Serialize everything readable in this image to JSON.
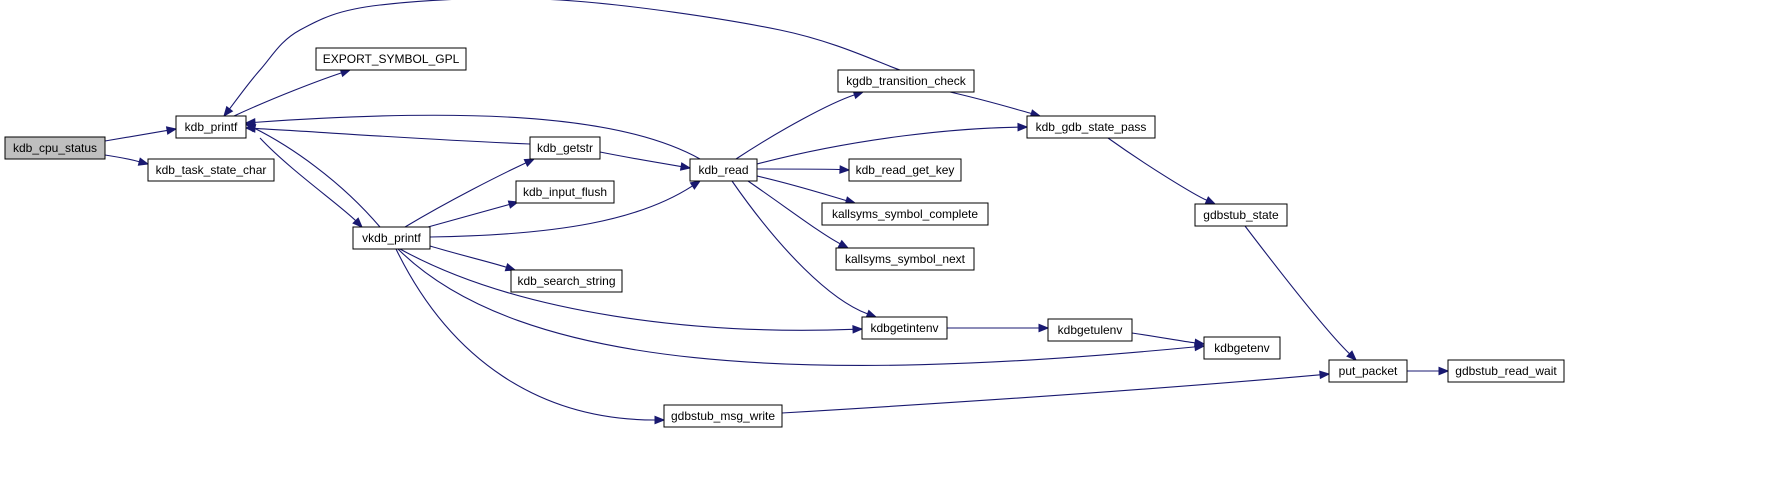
{
  "graph": {
    "type": "call-graph",
    "nodes": [
      {
        "id": "kdb_cpu_status",
        "label": "kdb_cpu_status",
        "highlighted": true
      },
      {
        "id": "kdb_printf",
        "label": "kdb_printf"
      },
      {
        "id": "kdb_task_state_char",
        "label": "kdb_task_state_char"
      },
      {
        "id": "EXPORT_SYMBOL_GPL",
        "label": "EXPORT_SYMBOL_GPL"
      },
      {
        "id": "vkdb_printf",
        "label": "vkdb_printf"
      },
      {
        "id": "kdb_getstr",
        "label": "kdb_getstr"
      },
      {
        "id": "kdb_input_flush",
        "label": "kdb_input_flush"
      },
      {
        "id": "kdb_search_string",
        "label": "kdb_search_string"
      },
      {
        "id": "gdbstub_msg_write",
        "label": "gdbstub_msg_write"
      },
      {
        "id": "kdb_read",
        "label": "kdb_read"
      },
      {
        "id": "kgdb_transition_check",
        "label": "kgdb_transition_check"
      },
      {
        "id": "kdb_read_get_key",
        "label": "kdb_read_get_key"
      },
      {
        "id": "kallsyms_symbol_complete",
        "label": "kallsyms_symbol_complete"
      },
      {
        "id": "kallsyms_symbol_next",
        "label": "kallsyms_symbol_next"
      },
      {
        "id": "kdbgetintenv",
        "label": "kdbgetintenv"
      },
      {
        "id": "kdbgetulenv",
        "label": "kdbgetulenv"
      },
      {
        "id": "kdb_gdb_state_pass",
        "label": "kdb_gdb_state_pass"
      },
      {
        "id": "gdbstub_state",
        "label": "gdbstub_state"
      },
      {
        "id": "kdbgetenv",
        "label": "kdbgetenv"
      },
      {
        "id": "put_packet",
        "label": "put_packet"
      },
      {
        "id": "gdbstub_read_wait",
        "label": "gdbstub_read_wait"
      }
    ],
    "edges": [
      {
        "from": "kdb_cpu_status",
        "to": "kdb_printf"
      },
      {
        "from": "kdb_cpu_status",
        "to": "kdb_task_state_char"
      },
      {
        "from": "kdb_printf",
        "to": "EXPORT_SYMBOL_GPL"
      },
      {
        "from": "kdb_printf",
        "to": "vkdb_printf"
      },
      {
        "from": "vkdb_printf",
        "to": "kdb_printf"
      },
      {
        "from": "vkdb_printf",
        "to": "kdb_getstr"
      },
      {
        "from": "vkdb_printf",
        "to": "kdb_input_flush"
      },
      {
        "from": "vkdb_printf",
        "to": "kdb_read"
      },
      {
        "from": "vkdb_printf",
        "to": "kdb_search_string"
      },
      {
        "from": "vkdb_printf",
        "to": "kdbgetintenv"
      },
      {
        "from": "vkdb_printf",
        "to": "kdbgetenv"
      },
      {
        "from": "vkdb_printf",
        "to": "gdbstub_msg_write"
      },
      {
        "from": "kdb_getstr",
        "to": "kdb_printf"
      },
      {
        "from": "kdb_getstr",
        "to": "kdb_read"
      },
      {
        "from": "kdb_read",
        "to": "kdb_printf"
      },
      {
        "from": "kdb_read",
        "to": "kgdb_transition_check"
      },
      {
        "from": "kdb_read",
        "to": "kdb_gdb_state_pass"
      },
      {
        "from": "kdb_read",
        "to": "kdb_read_get_key"
      },
      {
        "from": "kdb_read",
        "to": "kallsyms_symbol_complete"
      },
      {
        "from": "kdb_read",
        "to": "kallsyms_symbol_next"
      },
      {
        "from": "kdb_read",
        "to": "kdbgetintenv"
      },
      {
        "from": "kgdb_transition_check",
        "to": "kdb_printf"
      },
      {
        "from": "kgdb_transition_check",
        "to": "kdb_gdb_state_pass"
      },
      {
        "from": "kdb_gdb_state_pass",
        "to": "gdbstub_state"
      },
      {
        "from": "gdbstub_state",
        "to": "put_packet"
      },
      {
        "from": "kdbgetintenv",
        "to": "kdbgetulenv"
      },
      {
        "from": "kdbgetulenv",
        "to": "kdbgetenv"
      },
      {
        "from": "gdbstub_msg_write",
        "to": "put_packet"
      },
      {
        "from": "put_packet",
        "to": "gdbstub_read_wait"
      }
    ]
  },
  "colors": {
    "edge": "#191970",
    "node_fill": "#ffffff",
    "node_highlight_fill": "#bfbfbf",
    "node_border": "#000000"
  }
}
